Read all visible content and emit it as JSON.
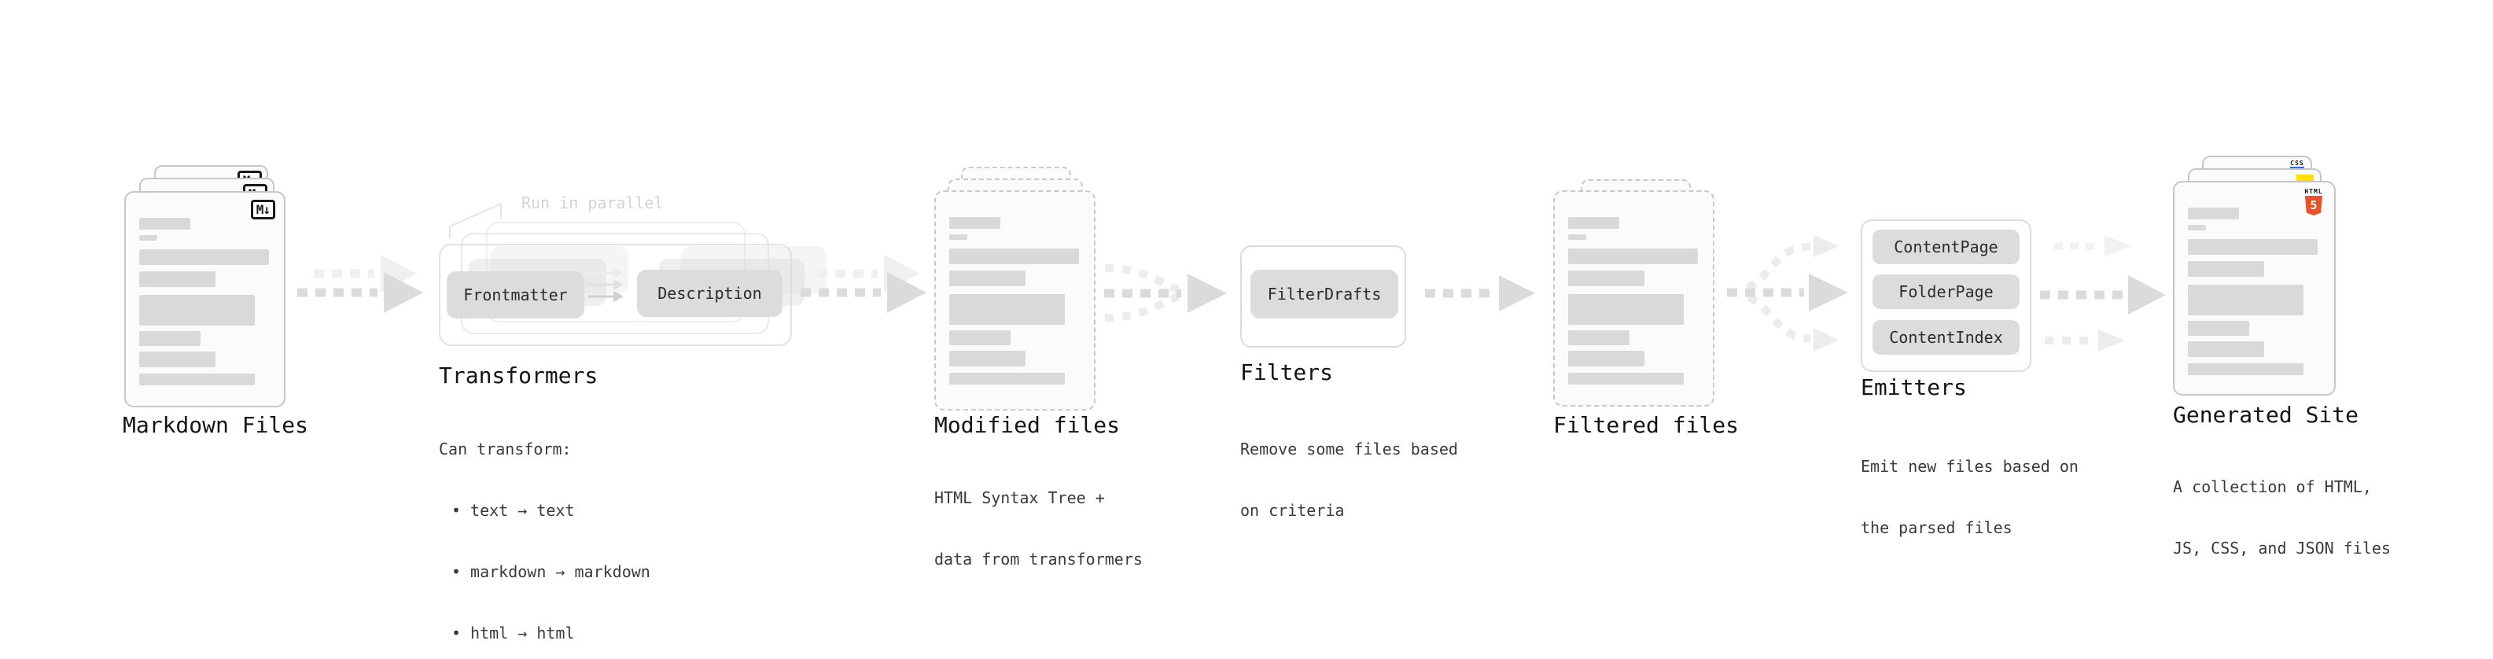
{
  "ui": {
    "bullet_char": "•"
  },
  "icons": {
    "markdown_badge": "M↓",
    "css_badge_label": "CSS",
    "html5_label": "HTML",
    "html5_number": "5"
  },
  "colors": {
    "canvas_bg": "#ffffff",
    "doc_fill": "#fbfbfb",
    "doc_border": "#c7c7c7",
    "doc_border_dashed": "#c9c9c9",
    "bar_fill": "#d9d9d9",
    "pill_fill": "#dcdcdc",
    "pill_text": "#2b2b2b",
    "outline_front": "#e2e2e2",
    "outline_mid": "#e9e9e9",
    "outline_back": "#efefef",
    "filters_outline": "#dcdcdc",
    "title_text": "#141414",
    "desc_text": "#3a3a3a",
    "annotation_text": "#d3d3d3",
    "arrow_main": "#dbdbdb",
    "arrow_echo": "#f0f0f0",
    "arrow_light": "#ececec",
    "arrow_faint": "#f2f2f2",
    "mini_arrow_1": "#ececec",
    "mini_arrow_2": "#e0e0e0",
    "mini_arrow_3": "#cfcfcf",
    "md_badge": "#1a1a1a",
    "html5_orange": "#e95228",
    "js_yellow": "#ffdf00",
    "css_blue": "#2f6bf2"
  },
  "stages": [
    {
      "title": "Markdown Files"
    },
    {
      "title": "Transformers",
      "annotation": "Run in parallel",
      "boxes": [
        "Frontmatter",
        "Description"
      ],
      "desc_heading": "Can transform:",
      "bullets": [
        "text → text",
        "markdown → markdown",
        "html → html"
      ]
    },
    {
      "title": "Modified files",
      "desc_lines": [
        "HTML Syntax Tree +",
        "data from transformers"
      ]
    },
    {
      "title": "Filters",
      "boxes": [
        "FilterDrafts"
      ],
      "desc_lines": [
        "Remove some files based",
        "on criteria"
      ]
    },
    {
      "title": "Filtered files"
    },
    {
      "title": "Emitters",
      "boxes": [
        "ContentPage",
        "FolderPage",
        "ContentIndex"
      ],
      "desc_lines": [
        "Emit new files based on",
        "the parsed files"
      ]
    },
    {
      "title": "Generated Site",
      "desc_lines": [
        "A collection of HTML,",
        "JS, CSS, and JSON files"
      ]
    }
  ]
}
